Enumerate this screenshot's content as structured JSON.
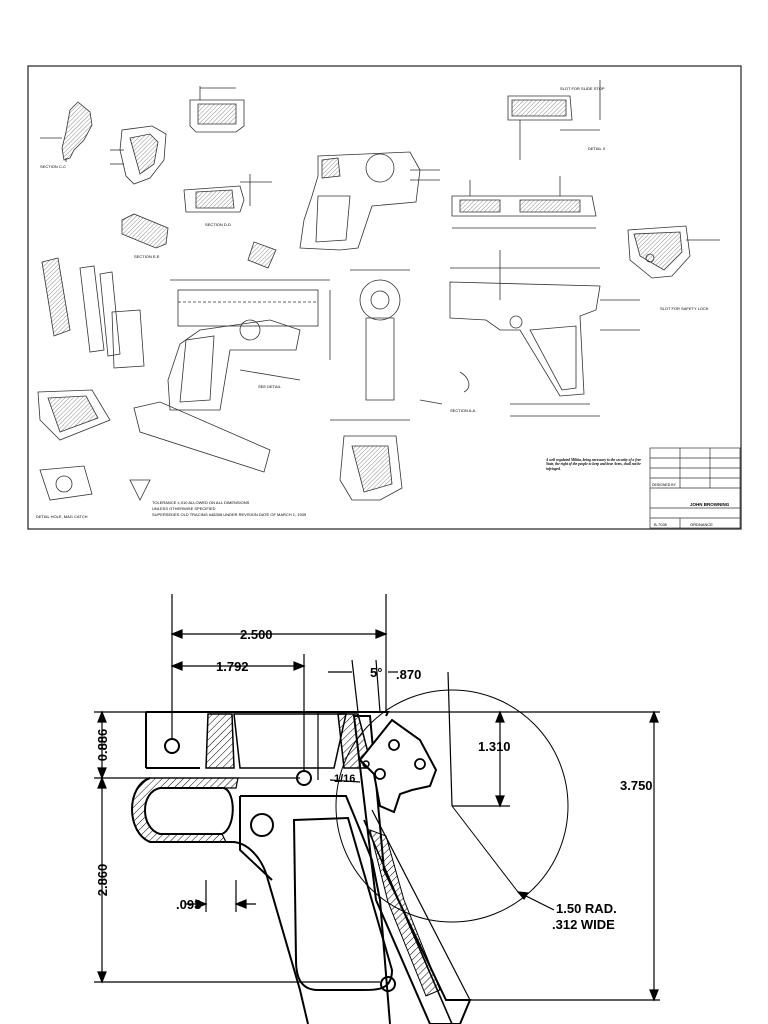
{
  "top_sheet": {
    "tolerance_note_1": "TOLERANCE ±.010 ALLOWED ON ALL DIMENSIONS",
    "tolerance_note_2": "UNLESS OTHERWISE SPECIFIED",
    "tolerance_note_3": "SUPERSEDES OLD TRACING #48308 UNDER REVISION DATE OF MARCH 1, 1939",
    "quote": "A well regulated Militia, being necessary to the security of a free State, the right of the people to keep and bear Arms, shall not be infringed.",
    "title_block": {
      "designed_by_label": "DESIGNED BY",
      "designer": "JOHN BROWNING",
      "org": "ORDNANCE",
      "part_no": "B-7035"
    },
    "labels": {
      "section_cc": "SECTION C-C",
      "section_dd": "SECTION D-D",
      "section_ee": "SECTION E-E",
      "section_aa": "SECTION A-A",
      "slot_slide_stop": "SLOT FOR SLIDE STOP",
      "slot_safety_lock": "SLOT FOR SAFETY LOCK",
      "detail_x": "DETAIL X",
      "detail_mag_catch": "DETAIL HOLE, MAG CATCH",
      "see_detail": "SEE DETAIL"
    }
  },
  "bottom_detail": {
    "dims": {
      "d2500": "2.500",
      "d1792": "1.792",
      "d5deg": "5°",
      "d870": ".870",
      "d0886": "0.886",
      "d1310": "1.310",
      "d114": "1/16",
      "d3750": "3.750",
      "d2860": "2.860",
      "d093": ".093",
      "rad": "1.50  RAD.",
      "wide": ".312  WIDE"
    }
  }
}
